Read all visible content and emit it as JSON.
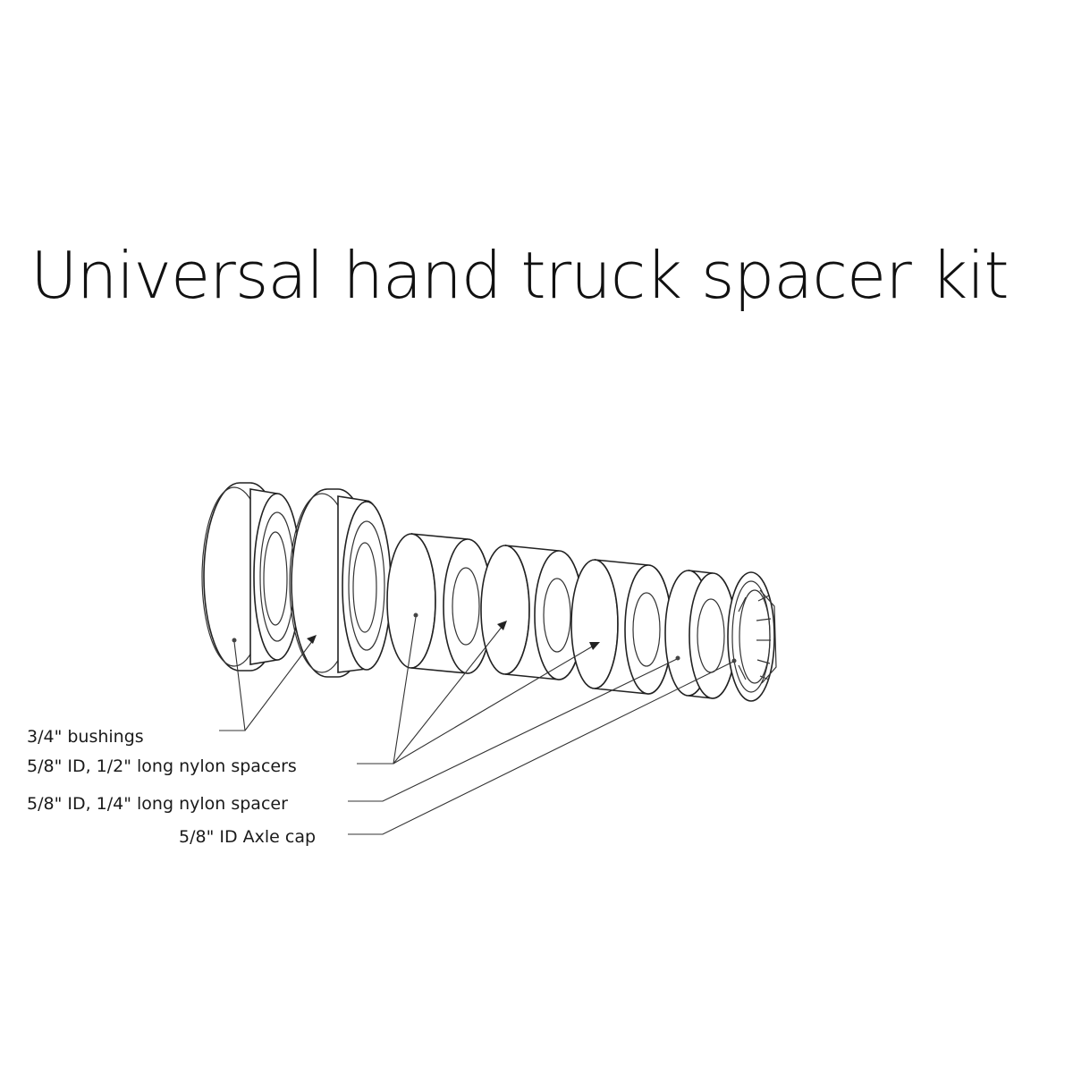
{
  "title": "Universal hand truck spacer kit",
  "labels": {
    "bushings": "3/4\" bushings",
    "long_spacers": "5/8\" ID, 1/2\" long nylon spacers",
    "short_spacer": "5/8\" ID, 1/4\" long nylon spacer",
    "axle_cap": "5/8\" ID Axle cap"
  },
  "parts": [
    {
      "name": "bushing"
    },
    {
      "name": "bushing"
    },
    {
      "name": "nylon spacer 1/2\""
    },
    {
      "name": "nylon spacer 1/2\""
    },
    {
      "name": "nylon spacer 1/2\""
    },
    {
      "name": "nylon spacer 1/4\""
    },
    {
      "name": "axle cap"
    }
  ],
  "colors": {
    "line": "#222222",
    "text": "#111111",
    "background": "#ffffff"
  }
}
